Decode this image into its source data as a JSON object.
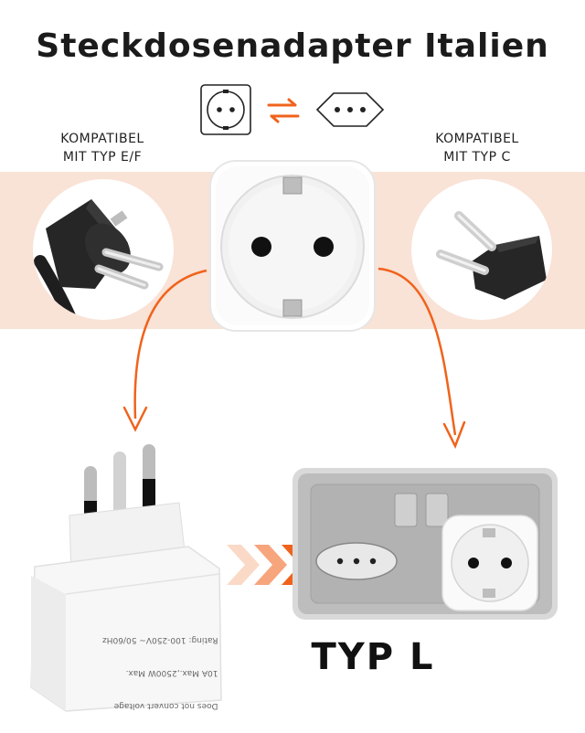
{
  "title": "Steckdosenadapter Italien",
  "left_caption": {
    "line1": "KOMPATIBEL",
    "line2": "MIT TYP E/F"
  },
  "right_caption": {
    "line1": "KOMPATIBEL",
    "line2": "MIT TYP C"
  },
  "bottom_label": "TYP L",
  "adapter_print": {
    "line1": "Does not convert voltage",
    "line2": "10A Max.,2500W Max.",
    "line3": "Rating: 100-250V~ 50/60Hz"
  },
  "colors": {
    "accent": "#f0631c",
    "band": "#f9e2d6",
    "plate": "#b8b8b8",
    "text": "#1b1b1b"
  },
  "icons": [
    "schuko-socket-icon",
    "swap-arrows-icon",
    "type-l-socket-icon"
  ]
}
